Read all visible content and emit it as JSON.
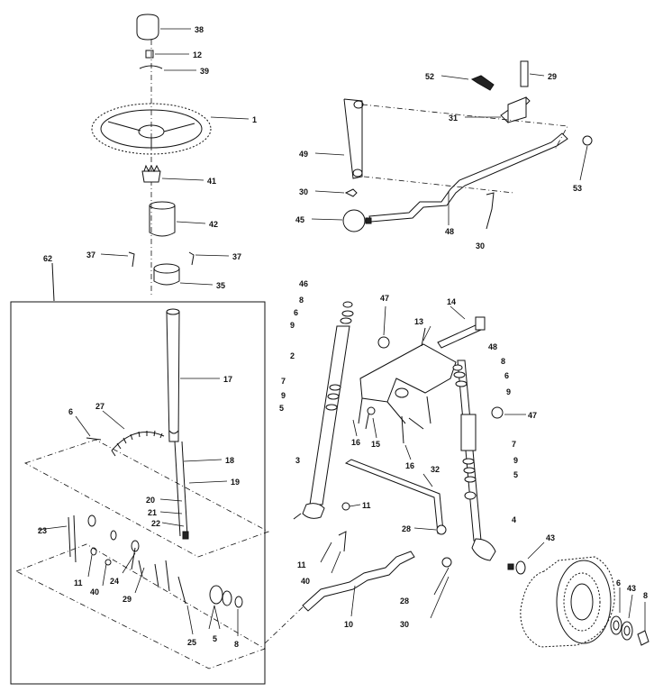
{
  "top_mark": "",
  "labels": {
    "l38": "38",
    "l12": "12",
    "l39": "39",
    "l1": "1",
    "l41": "41",
    "l42": "42",
    "l37a": "37",
    "l37b": "37",
    "l35": "35",
    "l62": "62",
    "l17": "17",
    "l27": "27",
    "l6a": "6",
    "l18": "18",
    "l19": "19",
    "l20": "20",
    "l21": "21",
    "l22": "22",
    "l23": "23",
    "l11a": "11",
    "l40a": "40",
    "l24": "24",
    "l29a": "29",
    "l25": "25",
    "l5a": "5",
    "l8a": "8",
    "l52": "52",
    "l29b": "29",
    "l31": "31",
    "l49": "49",
    "l30a": "30",
    "l45": "45",
    "l48a": "48",
    "l30b": "30",
    "l53": "53",
    "l46": "46",
    "l8b": "8",
    "l6b": "6",
    "l9a": "9",
    "l47a": "47",
    "l14": "14",
    "l13": "13",
    "l2": "2",
    "l48b": "48",
    "l8c": "8",
    "l6c": "6",
    "l7a": "7",
    "l9b": "9",
    "l9c": "9",
    "l5b": "5",
    "l47b": "47",
    "l16a": "16",
    "l15": "15",
    "l16b": "16",
    "l7b": "7",
    "l9d": "9",
    "l5c": "5",
    "l3": "3",
    "l32": "32",
    "l11b": "11",
    "l28a": "28",
    "l4": "4",
    "l11c": "11",
    "l40b": "40",
    "l43a": "43",
    "l28b": "28",
    "l6d": "6",
    "l43b": "43",
    "l8d": "8",
    "l10": "10",
    "l30c": "30"
  },
  "icons": [
    "steering-wheel-icon",
    "wheel-tire-icon",
    "drag-link-icon",
    "tie-rod-icon"
  ]
}
